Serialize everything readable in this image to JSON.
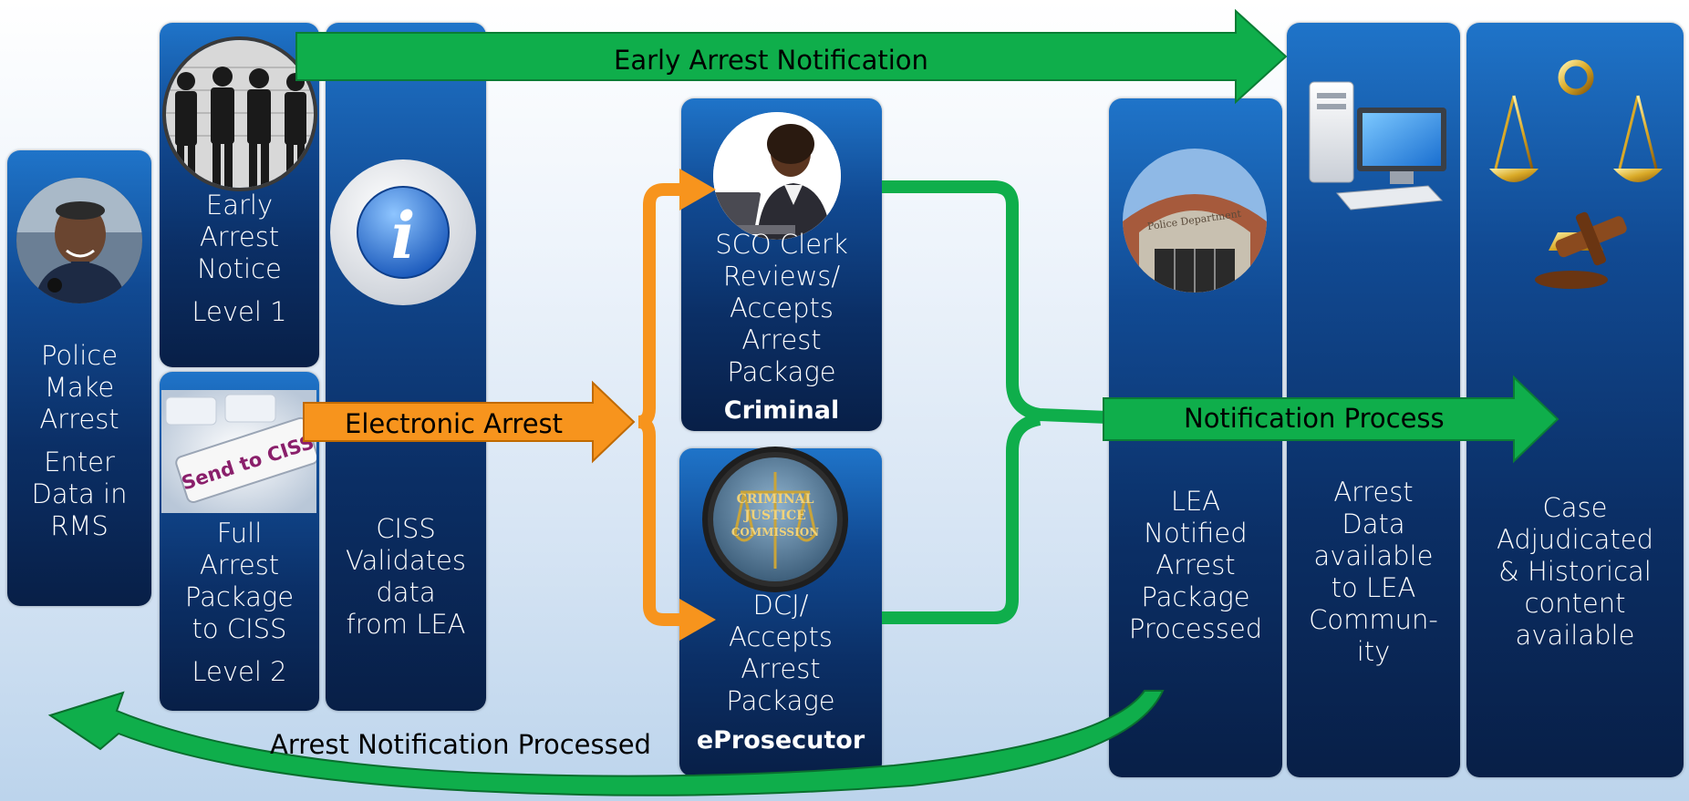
{
  "panels": {
    "police": {
      "line1": "Police",
      "line2": "Make",
      "line3": "Arrest",
      "line4": "Enter",
      "line5": "Data in",
      "line6": "RMS"
    },
    "early": {
      "line1": "Early",
      "line2": "Arrest",
      "line3": "Notice",
      "line4": "Level 1"
    },
    "full": {
      "line1": "Full",
      "line2": "Arrest",
      "line3": "Package",
      "line4": "to CISS",
      "line5": "Level 2",
      "key_text": "Send to CISS"
    },
    "ciss": {
      "line1": "CISS",
      "line2": "Validates",
      "line3": "data",
      "line4": "from LEA"
    },
    "sco": {
      "line1": "SCO Clerk",
      "line2": "Reviews/",
      "line3": "Accepts",
      "line4": "Arrest",
      "line5": "Package",
      "footer": "Criminal"
    },
    "dcj": {
      "line1": "DCJ/",
      "line2": "Accepts",
      "line3": "Arrest",
      "line4": "Package",
      "footer": "eProsecutor",
      "seal_line1": "CRIMINAL",
      "seal_line2": "JUSTICE",
      "seal_line3": "COMMISSION"
    },
    "lea": {
      "line1": "LEA",
      "line2": "Notified",
      "line3": "Arrest",
      "line4": "Package",
      "line5": "Processed",
      "building_sign": "Police Department"
    },
    "arrest_data": {
      "line1": "Arrest",
      "line2": "Data",
      "line3": "available",
      "line4": "to LEA",
      "line5": "Commun-",
      "line6": "ity"
    },
    "case": {
      "line1": "Case",
      "line2": "Adjudicated",
      "line3": "& Historical",
      "line4": "content",
      "line5": "available"
    }
  },
  "arrows": {
    "early_notification": "Early Arrest Notification",
    "electronic_arrest": "Electronic Arrest",
    "notification_process": "Notification Process",
    "arrest_processed": "Arrest Notification Processed"
  },
  "colors": {
    "panel_top": "#1f74c9",
    "panel_bottom": "#081f47",
    "green_arrow": "#0fae4b",
    "orange_arrow": "#f7941d",
    "background": "#dce8f5"
  },
  "icons": [
    "police-officer-photo",
    "lineup-photo",
    "info-icon",
    "send-to-ciss-key",
    "clerk-photo",
    "cjc-seal",
    "police-building-photo",
    "computer-icon",
    "scales-of-justice-icon"
  ]
}
